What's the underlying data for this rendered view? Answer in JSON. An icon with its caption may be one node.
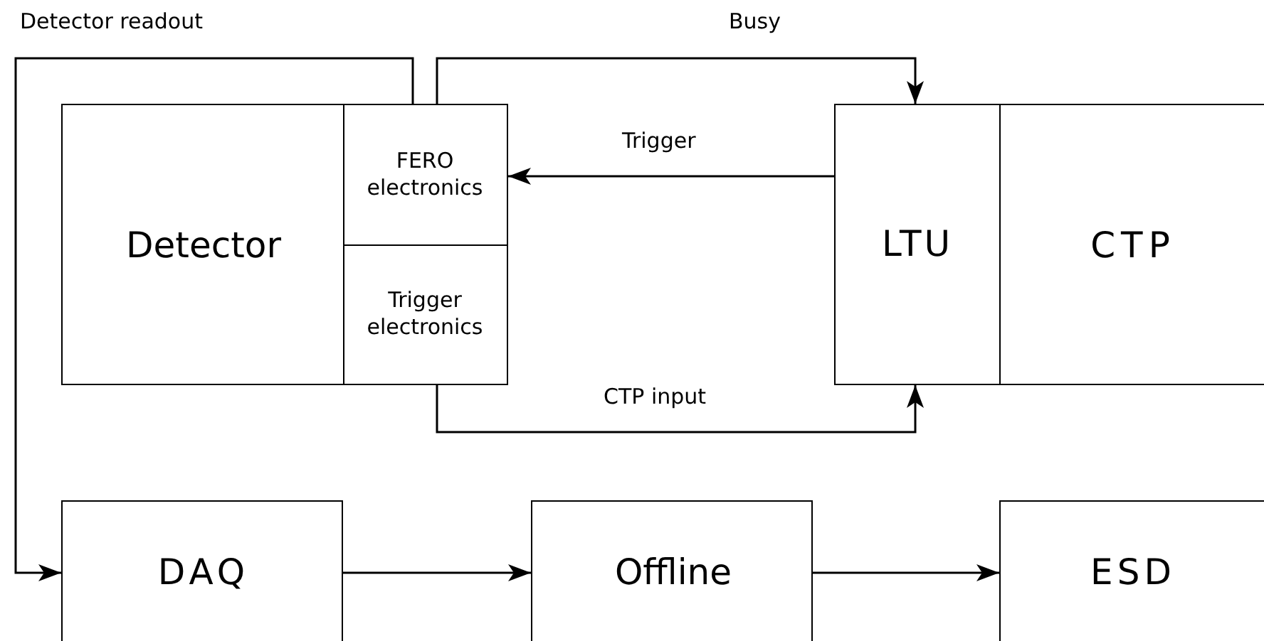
{
  "diagram": {
    "nodes": [
      {
        "text": [
          "Detector"
        ]
      },
      {
        "text": [
          "FERO electronics"
        ],
        "in": 0
      },
      {
        "text": [
          "Trigger electronics"
        ],
        "in": 0
      },
      {
        "text": [
          "LTU"
        ]
      },
      {
        "text": [
          "CTP"
        ]
      },
      {
        "text": [
          "DAQ"
        ]
      },
      {
        "text": [
          "Offline"
        ]
      },
      {
        "text": [
          "ESD"
        ]
      }
    ],
    "edges": [
      {
        "from": 1,
        "to": 5,
        "arrow": "to",
        "label": "Detector readout"
      },
      {
        "from": 1,
        "to": 3,
        "arrow": "to",
        "label": "Busy"
      },
      {
        "from": 3,
        "to": 1,
        "arrow": "to",
        "label": "Trigger"
      },
      {
        "from": 2,
        "to": 3,
        "arrow": "to",
        "label": "CTP input"
      },
      {
        "from": 5,
        "to": 6,
        "arrow": "to"
      },
      {
        "from": 6,
        "to": 7,
        "arrow": "to"
      }
    ]
  }
}
